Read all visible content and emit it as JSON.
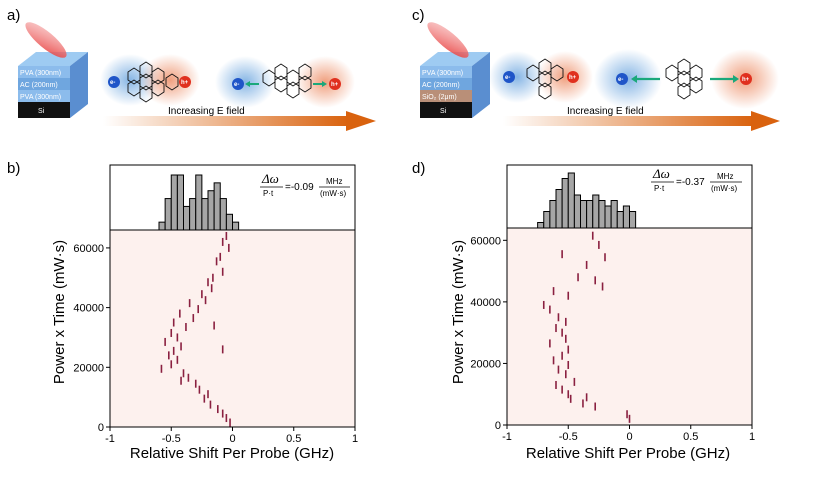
{
  "panel_labels": [
    "a)",
    "b)",
    "c)",
    "d)"
  ],
  "schematic_a": {
    "layers": [
      "PVA (300nm)",
      "AC (200nm)",
      "PVA (300nm)",
      "Si"
    ],
    "arrow_label": "Increasing E field",
    "charges": [
      "e-",
      "h+"
    ]
  },
  "schematic_c": {
    "layers": [
      "PVA (300nm)",
      "AC (200nm)",
      "SiO₂ (2μm)",
      "Si"
    ],
    "arrow_label": "Increasing E field",
    "charges": [
      "e-",
      "h+"
    ]
  },
  "equation_b": {
    "numerator": "Δω",
    "denominator": "P·t",
    "value": "=-0.09",
    "unit_num": "MHz",
    "unit_den": "(mW·s)"
  },
  "equation_d": {
    "numerator": "Δω",
    "denominator": "P·t",
    "value": "=-0.37",
    "unit_num": "MHz",
    "unit_den": "(mW·s)"
  },
  "chart_data": [
    {
      "type": "scatter",
      "panel": "b)",
      "xlabel": "Relative Shift Per Probe (GHz)",
      "ylabel": "Power x Time (mW·s)",
      "xlim": [
        -1,
        1
      ],
      "ylim": [
        0,
        66000
      ],
      "xticks": [
        -1,
        -0.5,
        0,
        0.5,
        1
      ],
      "xtick_labels": [
        "-1",
        "-0.5",
        "0",
        "0.5",
        "1"
      ],
      "yticks": [
        0,
        20000,
        40000,
        60000
      ],
      "ytick_labels": [
        "0",
        "20000",
        "40000",
        "60000"
      ],
      "colors": {
        "background": "#fdf1ee",
        "marker": "#8a2040",
        "hist_fill": "#a6a6a6"
      },
      "points": [
        [
          -0.05,
          64000
        ],
        [
          -0.08,
          62000
        ],
        [
          -0.03,
          60000
        ],
        [
          -0.1,
          57000
        ],
        [
          -0.13,
          55500
        ],
        [
          -0.08,
          52000
        ],
        [
          -0.16,
          50000
        ],
        [
          -0.2,
          48500
        ],
        [
          -0.17,
          46500
        ],
        [
          -0.25,
          44500
        ],
        [
          -0.22,
          42500
        ],
        [
          -0.35,
          41500
        ],
        [
          -0.28,
          39500
        ],
        [
          -0.43,
          38000
        ],
        [
          -0.32,
          36500
        ],
        [
          -0.48,
          35000
        ],
        [
          -0.38,
          33500
        ],
        [
          -0.5,
          31500
        ],
        [
          -0.45,
          30000
        ],
        [
          -0.55,
          28500
        ],
        [
          -0.42,
          27000
        ],
        [
          -0.48,
          25500
        ],
        [
          -0.52,
          24000
        ],
        [
          -0.45,
          22500
        ],
        [
          -0.5,
          21000
        ],
        [
          -0.58,
          19500
        ],
        [
          -0.4,
          18000
        ],
        [
          -0.36,
          16500
        ],
        [
          -0.42,
          15500
        ],
        [
          -0.3,
          14500
        ],
        [
          -0.27,
          12500
        ],
        [
          -0.2,
          11000
        ],
        [
          -0.23,
          9500
        ],
        [
          -0.18,
          7500
        ],
        [
          -0.12,
          6000
        ],
        [
          -0.08,
          4500
        ],
        [
          -0.05,
          3000
        ],
        [
          -0.02,
          1500
        ],
        [
          -0.08,
          26000
        ],
        [
          -0.15,
          34000
        ]
      ],
      "histogram": {
        "bin_edges": [
          -0.6,
          -0.55,
          -0.5,
          -0.45,
          -0.4,
          -0.35,
          -0.3,
          -0.25,
          -0.2,
          -0.15,
          -0.1,
          -0.05,
          0.0,
          0.05
        ],
        "counts": [
          1,
          4,
          7,
          7,
          3,
          4,
          7,
          4,
          5,
          6,
          4,
          2,
          1
        ]
      }
    },
    {
      "type": "scatter",
      "panel": "d)",
      "xlabel": "Relative Shift Per Probe (GHz)",
      "ylabel": "Power x Time (mW·s)",
      "xlim": [
        -1,
        1
      ],
      "ylim": [
        0,
        64000
      ],
      "xticks": [
        -1,
        -0.5,
        0,
        0.5,
        1
      ],
      "xtick_labels": [
        "-1",
        "-0.5",
        "0",
        "0.5",
        "1"
      ],
      "yticks": [
        0,
        20000,
        40000,
        60000
      ],
      "ytick_labels": [
        "0",
        "20000",
        "40000",
        "60000"
      ],
      "colors": {
        "background": "#fdf1ee",
        "marker": "#8a2040",
        "hist_fill": "#a6a6a6"
      },
      "points": [
        [
          -0.3,
          61500
        ],
        [
          -0.25,
          58500
        ],
        [
          -0.55,
          55500
        ],
        [
          -0.2,
          54500
        ],
        [
          -0.35,
          52000
        ],
        [
          -0.42,
          48000
        ],
        [
          -0.28,
          47000
        ],
        [
          -0.22,
          45000
        ],
        [
          -0.62,
          43500
        ],
        [
          -0.5,
          42000
        ],
        [
          -0.7,
          39000
        ],
        [
          -0.65,
          37500
        ],
        [
          -0.58,
          35000
        ],
        [
          -0.52,
          33500
        ],
        [
          -0.6,
          31500
        ],
        [
          -0.55,
          30000
        ],
        [
          -0.52,
          28000
        ],
        [
          -0.65,
          26500
        ],
        [
          -0.5,
          24500
        ],
        [
          -0.55,
          22500
        ],
        [
          -0.62,
          21000
        ],
        [
          -0.5,
          19500
        ],
        [
          -0.58,
          18000
        ],
        [
          -0.52,
          16500
        ],
        [
          -0.45,
          14000
        ],
        [
          -0.6,
          13000
        ],
        [
          -0.55,
          11500
        ],
        [
          -0.5,
          10000
        ],
        [
          -0.48,
          8500
        ],
        [
          -0.38,
          7000
        ],
        [
          -0.28,
          6000
        ],
        [
          -0.02,
          3500
        ],
        [
          0.0,
          2000
        ],
        [
          -0.35,
          9000
        ]
      ],
      "histogram": {
        "bin_edges": [
          -0.75,
          -0.7,
          -0.65,
          -0.6,
          -0.55,
          -0.5,
          -0.45,
          -0.4,
          -0.35,
          -0.3,
          -0.25,
          -0.2,
          -0.15,
          -0.1,
          -0.05,
          0.0,
          0.05
        ],
        "counts": [
          1,
          3,
          5,
          7,
          9,
          10,
          6,
          5,
          5,
          6,
          5,
          4,
          5,
          3,
          4,
          3
        ]
      }
    }
  ]
}
